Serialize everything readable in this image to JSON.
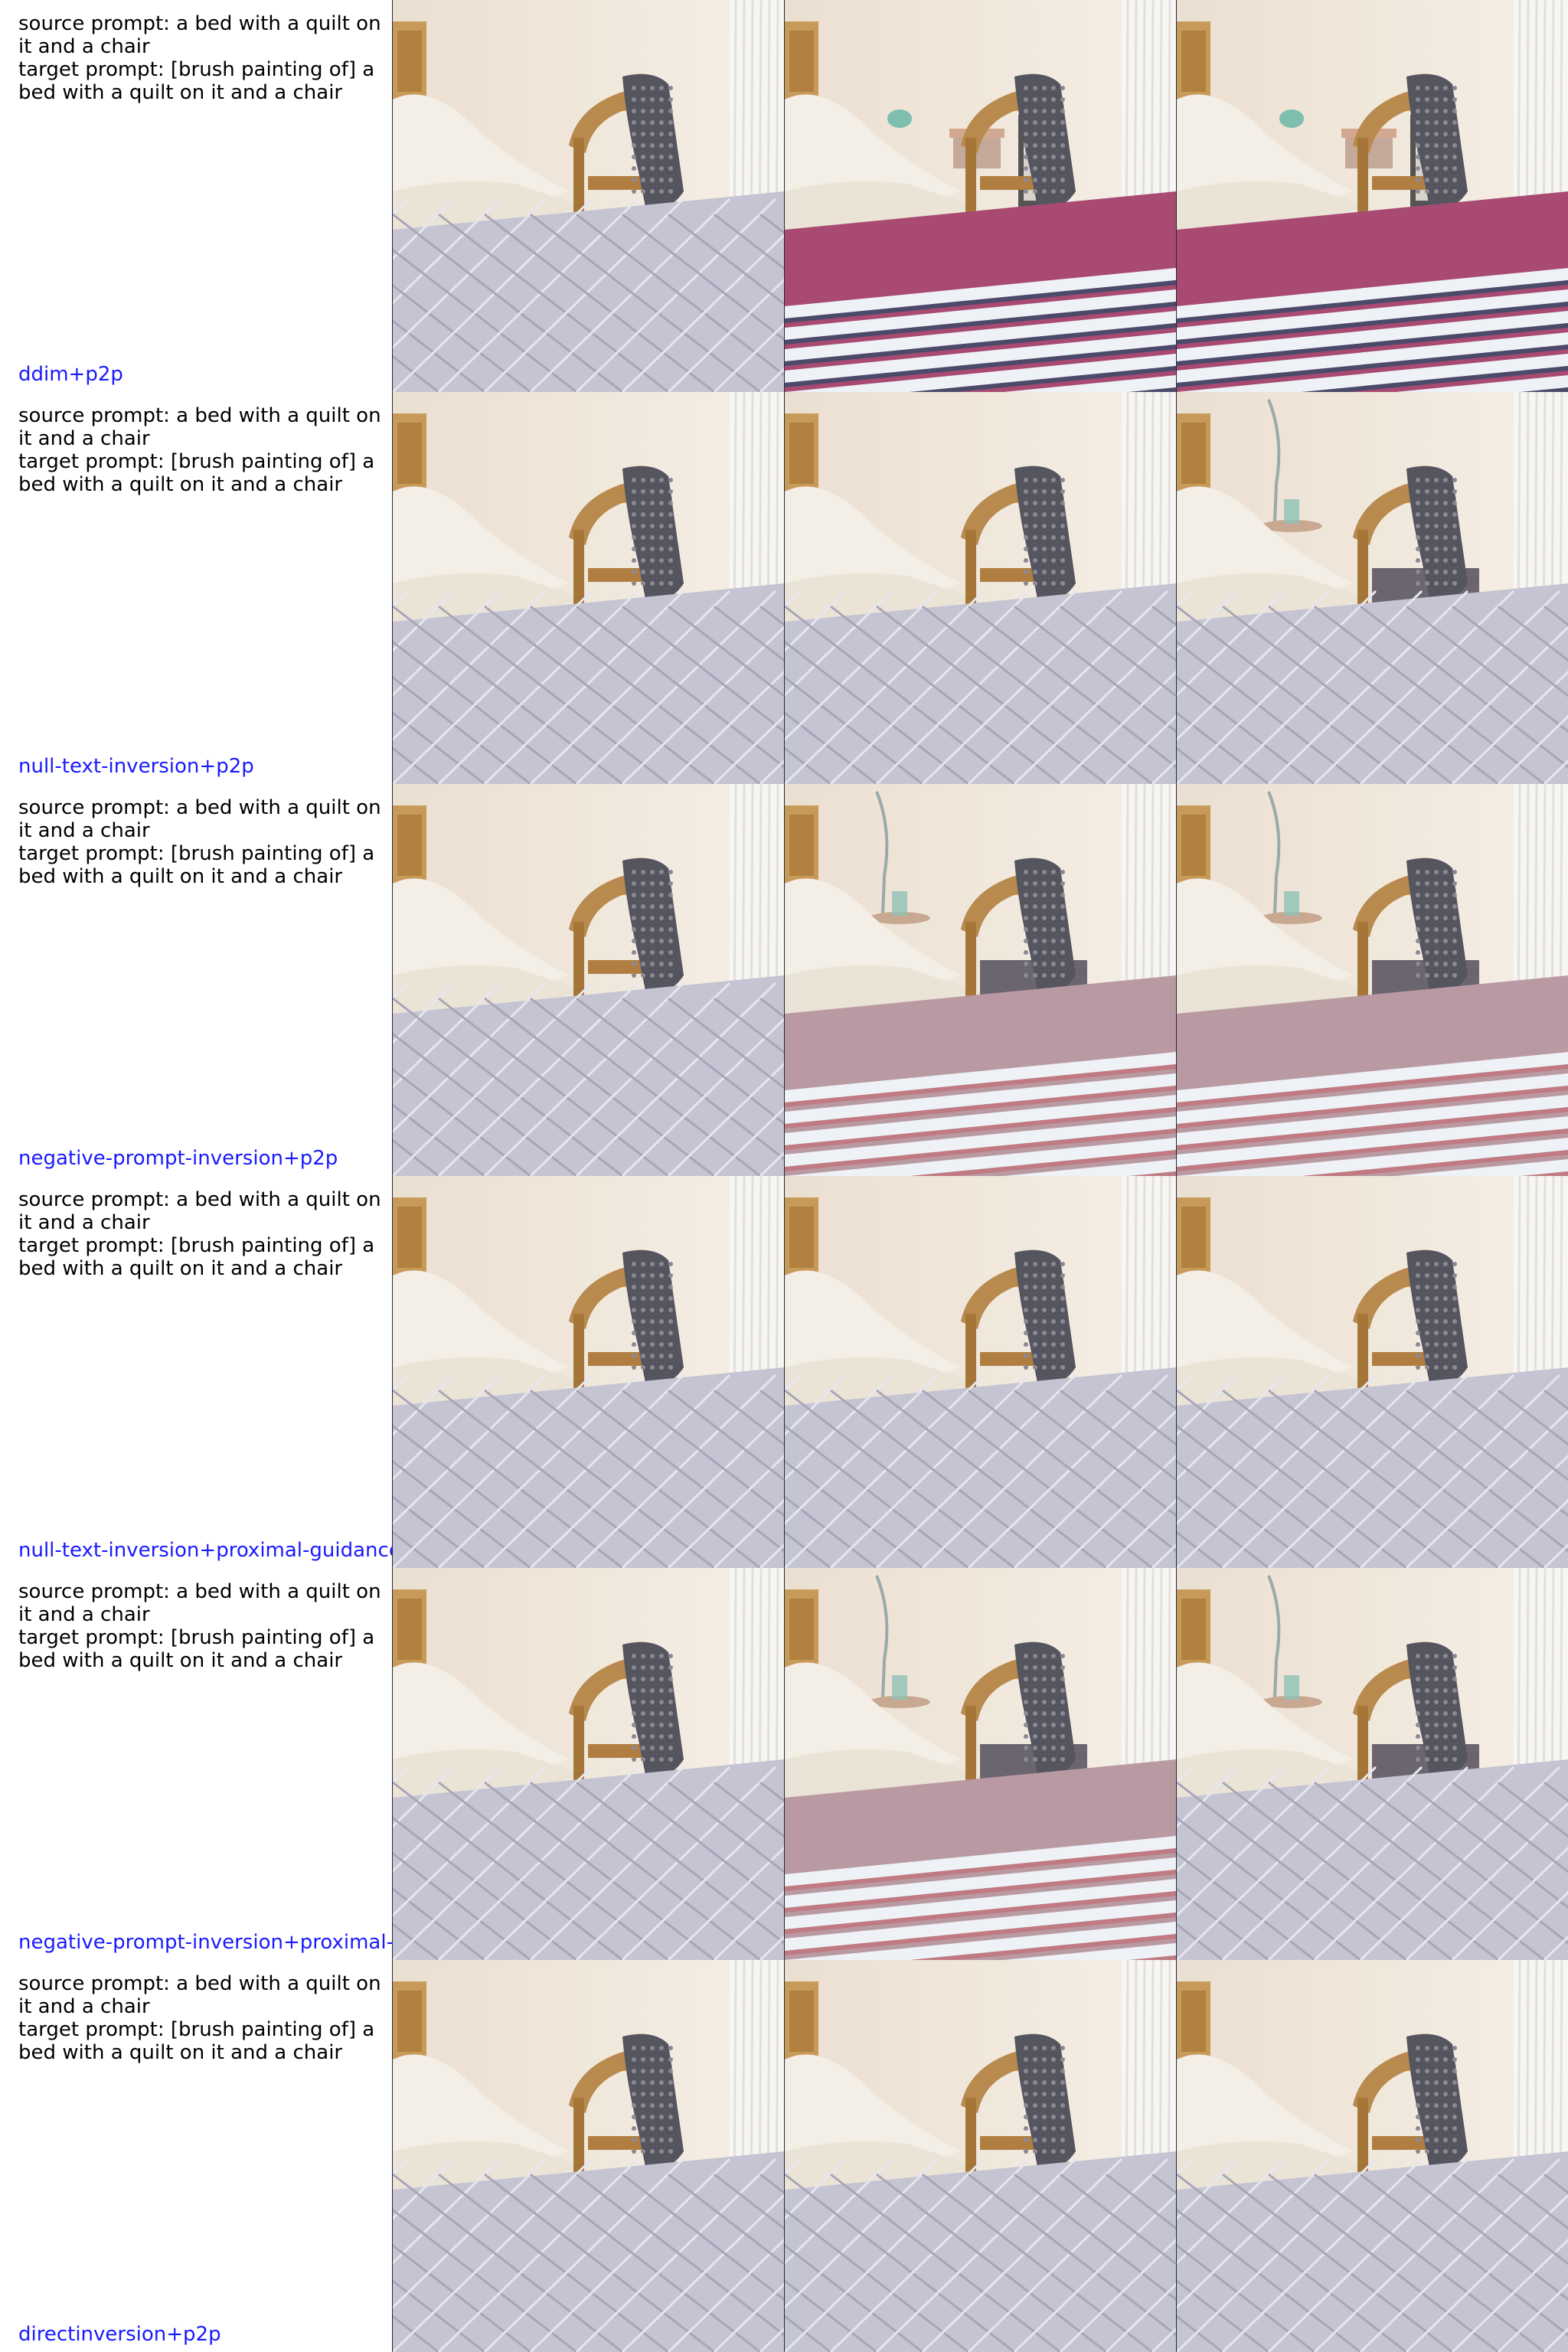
{
  "rows": [
    {
      "source_prompt": "source prompt: a bed with a quilt on it and a chair",
      "target_prompt": "target prompt: [brush painting of] a bed with a quilt on it and a chair",
      "method": "ddim+p2p",
      "images": [
        {
          "variant": "quilted-gray"
        },
        {
          "variant": "striped-magenta",
          "side_tables": true
        },
        {
          "variant": "striped-magenta",
          "side_tables": true
        }
      ]
    },
    {
      "source_prompt": "source prompt: a bed with a quilt on it and a chair",
      "target_prompt": "target prompt: [brush painting of] a bed with a quilt on it and a chair",
      "method": "null-text-inversion+p2p",
      "images": [
        {
          "variant": "quilted-gray"
        },
        {
          "variant": "quilted-gray"
        },
        {
          "variant": "quilted-gray",
          "lamp": true,
          "stool": true
        }
      ]
    },
    {
      "source_prompt": "source prompt: a bed with a quilt on it and a chair",
      "target_prompt": "target prompt: [brush painting of] a bed with a quilt on it and a chair",
      "method": "negative-prompt-inversion+p2p",
      "images": [
        {
          "variant": "quilted-gray"
        },
        {
          "variant": "striped-mauve",
          "lamp": true,
          "stool": true
        },
        {
          "variant": "striped-mauve",
          "lamp": true,
          "stool": true
        }
      ]
    },
    {
      "source_prompt": "source prompt: a bed with a quilt on it and a chair",
      "target_prompt": "target prompt: [brush painting of] a bed with a quilt on it and a chair",
      "method": "null-text-inversion+proximal-guidance",
      "images": [
        {
          "variant": "quilted-gray"
        },
        {
          "variant": "quilted-gray"
        },
        {
          "variant": "quilted-gray"
        }
      ]
    },
    {
      "source_prompt": "source prompt: a bed with a quilt on it and a chair",
      "target_prompt": "target prompt: [brush painting of] a bed with a quilt on it and a chair",
      "method": "negative-prompt-inversion+proximal-guidance",
      "images": [
        {
          "variant": "quilted-gray"
        },
        {
          "variant": "striped-mauve",
          "lamp": true,
          "stool": true
        },
        {
          "variant": "quilted-gray",
          "lamp": true,
          "stool": true
        }
      ]
    },
    {
      "source_prompt": "source prompt: a bed with a quilt on it and a chair",
      "target_prompt": "target prompt: [brush painting of] a bed with a quilt on it and a chair",
      "method": "directinversion+p2p",
      "images": [
        {
          "variant": "quilted-gray"
        },
        {
          "variant": "quilted-gray"
        },
        {
          "variant": "quilted-gray"
        }
      ]
    }
  ],
  "colors": {
    "method_label": "#1a1aff",
    "wall": "#eee4d8",
    "quilt_gray": "#c4c4d2",
    "quilt_magenta": "#a84a72",
    "quilt_mauve": "#b99aa3",
    "chair_wood": "#b98a4e",
    "throw": "#55555f"
  }
}
